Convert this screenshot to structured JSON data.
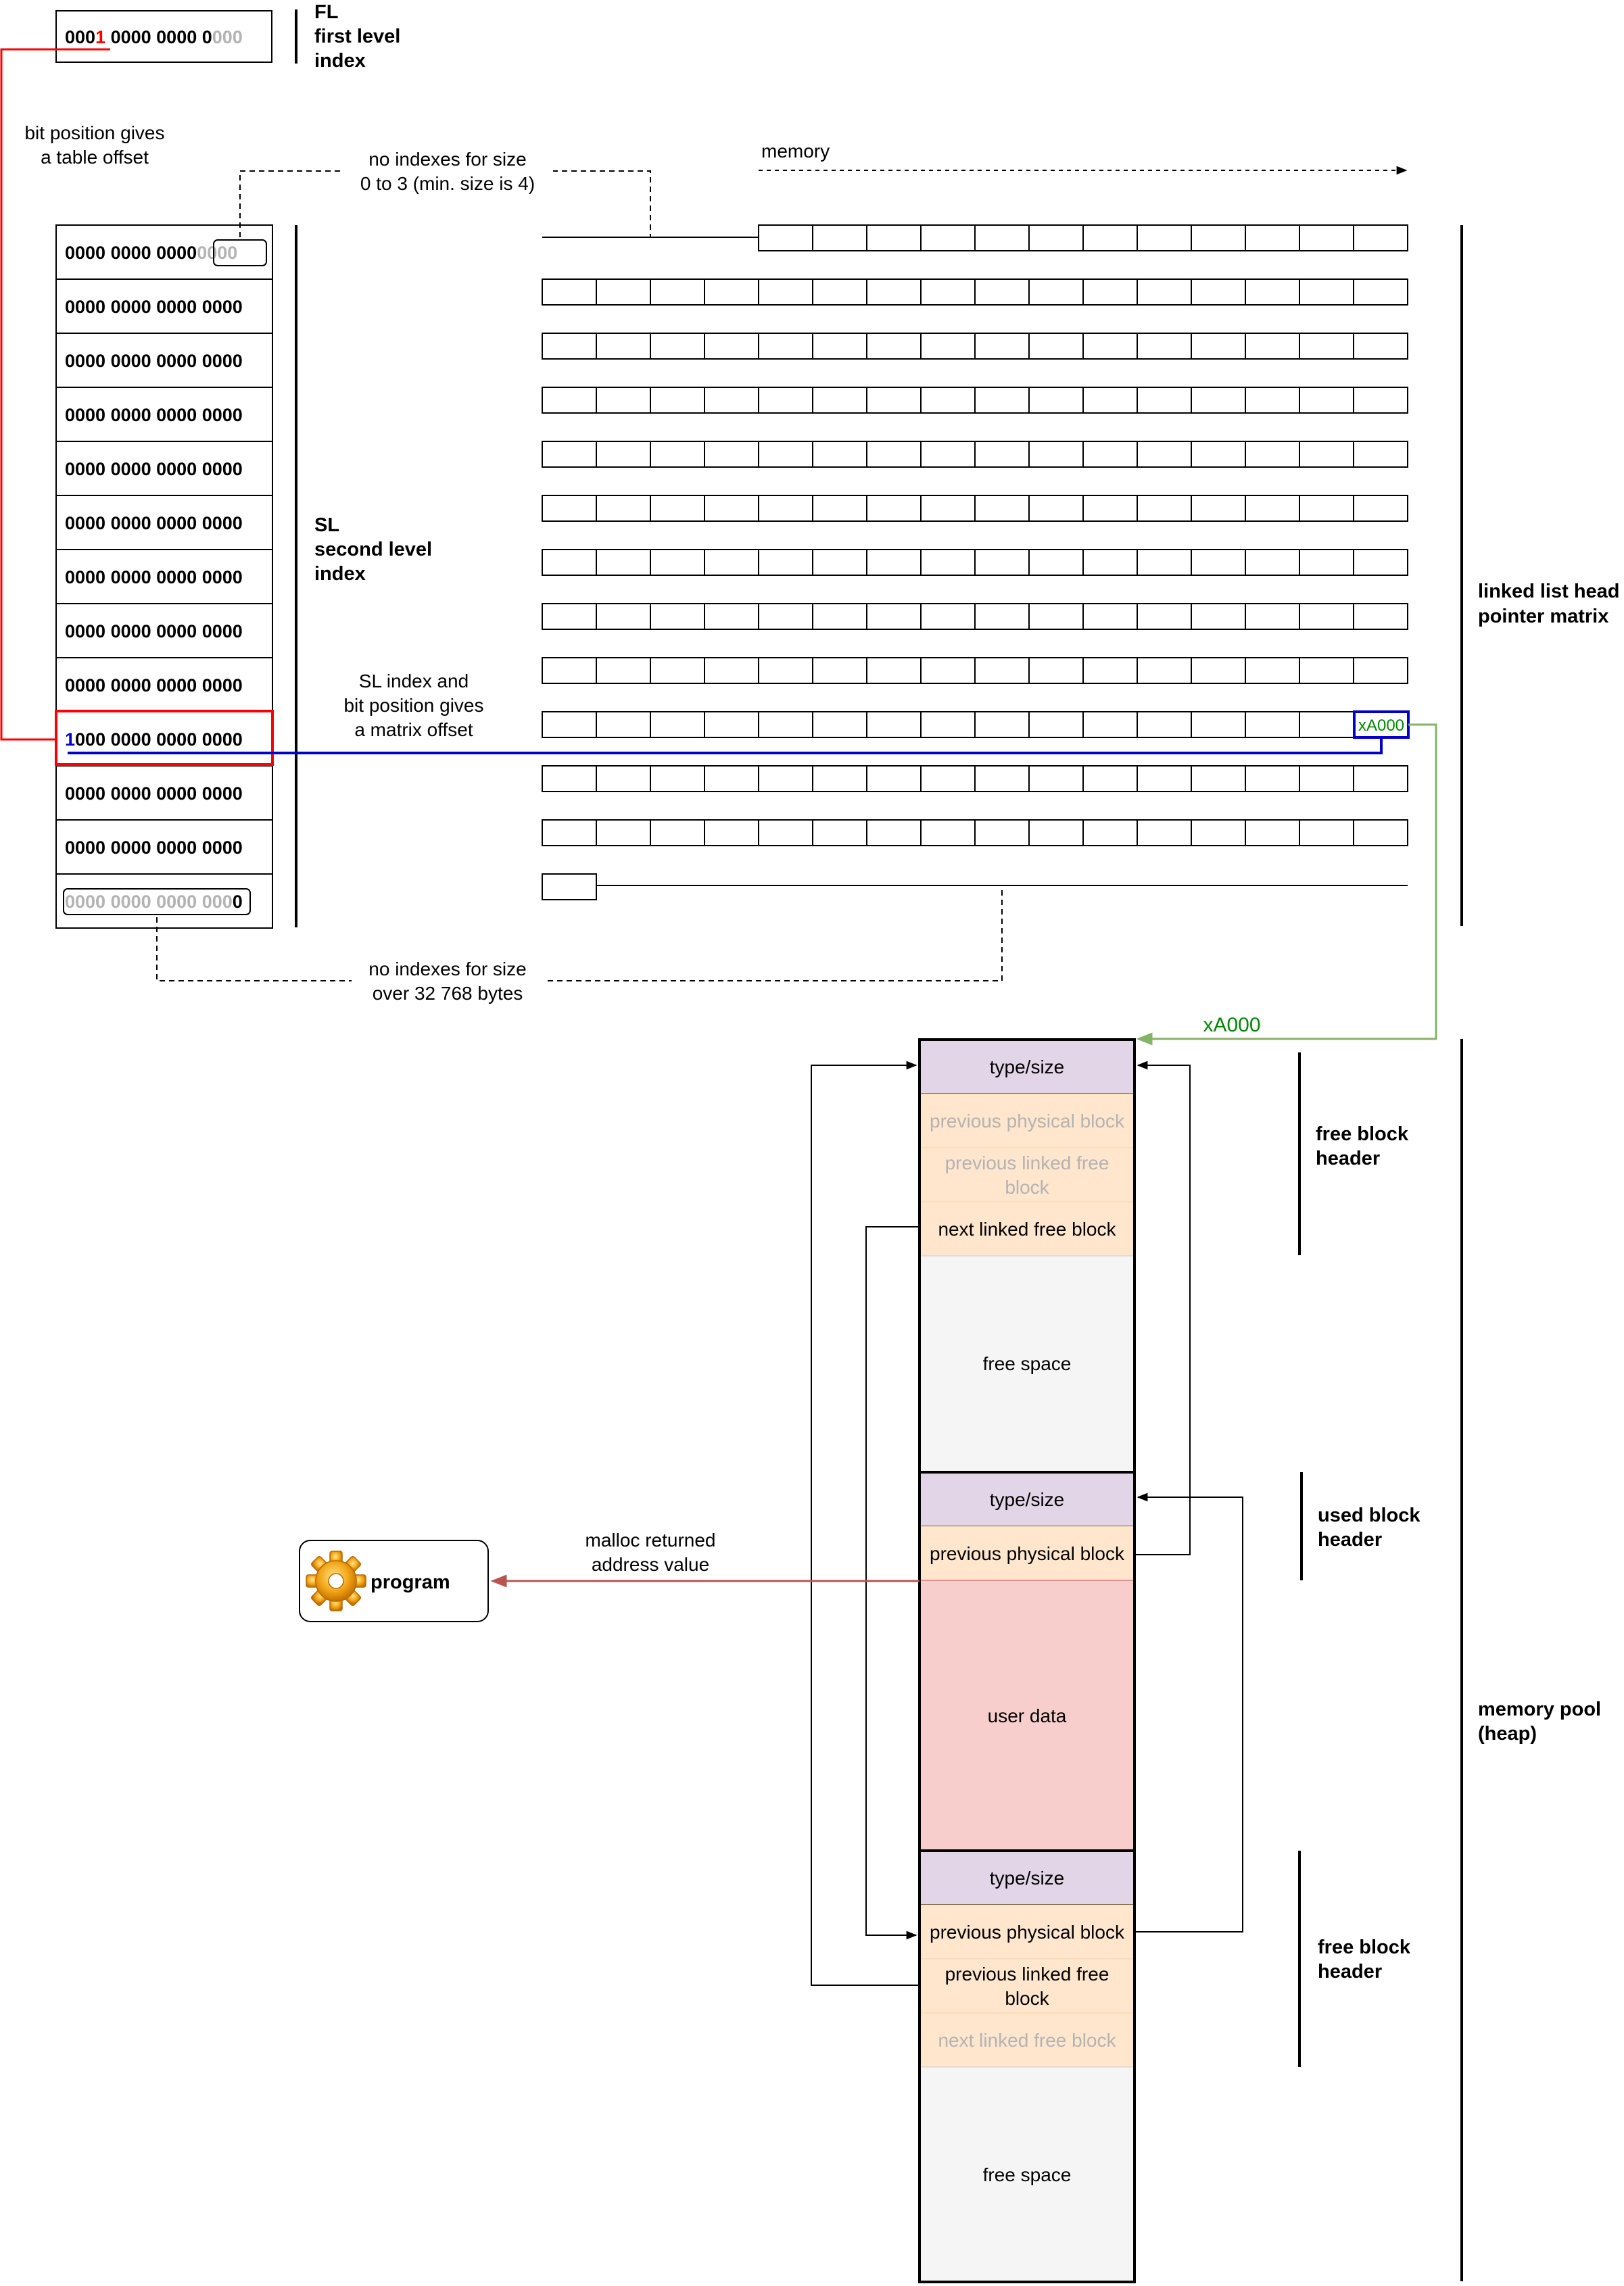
{
  "fl": {
    "prefix": "000",
    "marked_bit": "1",
    "middle": " 0000 0000 0",
    "suffix": "000",
    "title": "FL",
    "subtitle_1": "first level",
    "subtitle_2": "index"
  },
  "fl_note": {
    "line1": "bit position gives",
    "line2": "a table offset"
  },
  "sl": {
    "row_text": "0000 0000 0000 0000",
    "first_row_head": "0000 0000 0000",
    "first_row_tail": "0000",
    "hl_row_bit": "1",
    "hl_row_rest": "000 0000 0000 0000",
    "last_row_head": "0000 0000 0000 000",
    "last_row_tail": "0",
    "title": "SL",
    "subtitle_1": "second level",
    "subtitle_2": "index"
  },
  "sl_note": {
    "line1": "SL index and",
    "line2": "bit position gives",
    "line3": "a matrix offset"
  },
  "no_index_top": {
    "line1": "no indexes for size",
    "line2": "0 to 3 (min. size is 4)"
  },
  "no_index_bottom": {
    "line1": "no indexes for size",
    "line2": "over 32 768 bytes"
  },
  "memory_label": "memory",
  "matrix": {
    "cell_value": "xA000",
    "label_1": "linked list head",
    "label_2": "pointer matrix"
  },
  "pointer_label": "xA000",
  "pool": {
    "label_1": "memory pool",
    "label_2": "(heap)",
    "type_size": "type/size",
    "prev_physical": "previous physical block",
    "prev_linked_1": "previous linked free",
    "prev_linked_2": "block",
    "next_linked": "next linked free block",
    "free_space": "free space",
    "user_data": "user data"
  },
  "free_header_label_1": "free block",
  "free_header_label_2": "header",
  "used_header_label_1": "used block",
  "used_header_label_2": "header",
  "program": {
    "label": "program",
    "icon": "gear-icon"
  },
  "malloc_note": {
    "line1": "malloc returned",
    "line2": "address value"
  },
  "colors": {
    "red": "#ff0000",
    "blue": "#0000cc",
    "green": "#82b366",
    "malloc_arrow": "#b85450",
    "header_purple": "#e1d5e7",
    "header_orange": "#ffe6cc",
    "free_grey": "#f5f5f5",
    "user_red": "#f8cecc"
  }
}
